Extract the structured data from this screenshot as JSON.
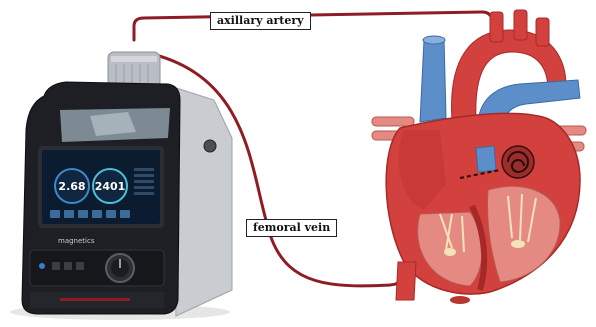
{
  "labels": {
    "axillary": "axillary artery",
    "femoral": "femoral vein"
  },
  "device": {
    "gauge_left_value": "2.68",
    "gauge_right_value": "2401",
    "brand": "magnetics"
  },
  "colors": {
    "tubing": "#8e1c22",
    "device_body": "#1d1f24",
    "screen": "#0c1c30",
    "heart_red": "#d2413d",
    "vessel_blue": "#5c8ec9",
    "muscle_pink": "#e58a82"
  }
}
